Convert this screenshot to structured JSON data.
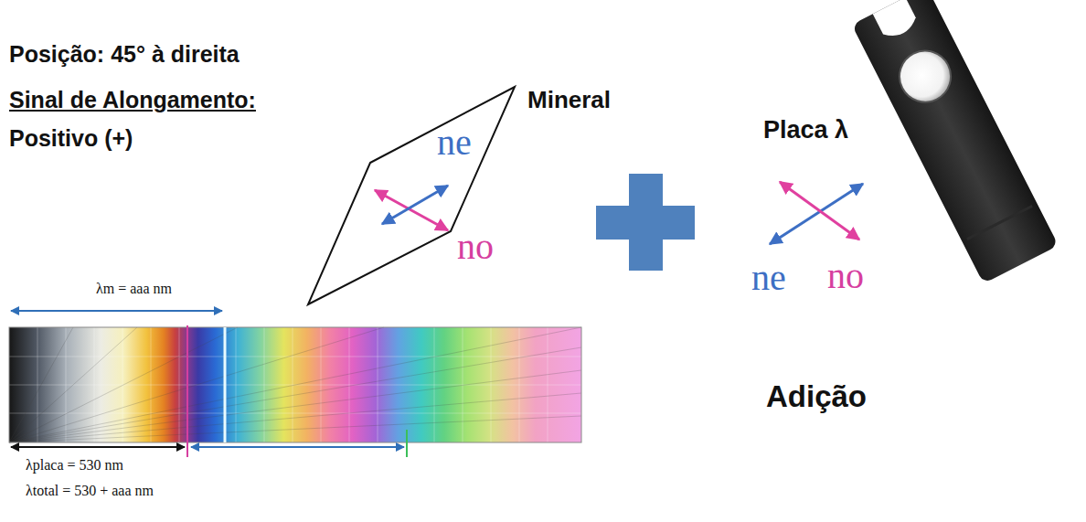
{
  "diagram": {
    "nodes": [
      {
        "text": [
          "Mineral",
          "ne",
          "no"
        ]
      }
    ],
    "labels": [
      "Posição: 45° à direita",
      "Sinal de Alongamento:",
      "Positivo (+)",
      "Placa λ",
      "ne",
      "no",
      "Adição",
      "λm = aaa nm",
      "λplaca = 530 nm",
      "λtotal = 530 + aaa nm"
    ]
  }
}
